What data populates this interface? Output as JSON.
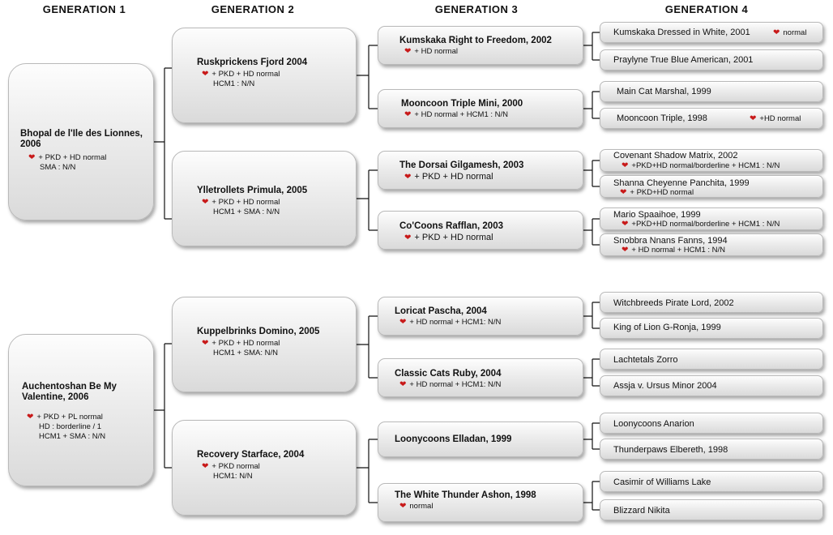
{
  "headers": [
    "GENERATION  1",
    "GENERATION  2",
    "GENERATION  3",
    "GENERATION  4"
  ],
  "gen1": [
    {
      "name": [
        "Bhopal de l'Ile des Lionnes,",
        "2006"
      ],
      "lines": [
        {
          "heart": true,
          "text": "+ PKD + HD  normal"
        },
        {
          "heart": false,
          "text": "SMA : N/N"
        }
      ]
    },
    {
      "name": [
        "Auchentoshan Be My",
        "Valentine, 2006"
      ],
      "lines": [
        {
          "heart": true,
          "text": "+ PKD + PL normal"
        },
        {
          "heart": false,
          "text": "HD : borderline / 1"
        },
        {
          "heart": false,
          "text": "HCM1 + SMA : N/N"
        }
      ]
    }
  ],
  "gen2": [
    {
      "name": [
        "Ruskprickens Fjord 2004"
      ],
      "lines": [
        {
          "heart": true,
          "text": "+ PKD + HD normal"
        },
        {
          "heart": false,
          "text": "HCM1 : N/N"
        }
      ]
    },
    {
      "name": [
        "Ylletrollets Primula, 2005"
      ],
      "lines": [
        {
          "heart": true,
          "text": "+ PKD + HD normal"
        },
        {
          "heart": false,
          "text": "HCM1 + SMA : N/N"
        }
      ]
    },
    {
      "name": [
        "Kuppelbrinks Domino, 2005"
      ],
      "lines": [
        {
          "heart": true,
          "text": "+ PKD + HD normal"
        },
        {
          "heart": false,
          "text": "HCM1 + SMA: N/N"
        }
      ]
    },
    {
      "name": [
        "Recovery Starface, 2004"
      ],
      "lines": [
        {
          "heart": true,
          "text": "+ PKD normal"
        },
        {
          "heart": false,
          "text": "HCM1: N/N"
        }
      ]
    }
  ],
  "gen3": [
    {
      "name": "Kumskaka Right to Freedom, 2002",
      "line": {
        "heart": true,
        "text": "+ HD normal"
      }
    },
    {
      "name": "Mooncoon Triple Mini, 2000",
      "line": {
        "heart": true,
        "text": "+ HD normal + HCM1 : N/N"
      }
    },
    {
      "name": "The Dorsai Gilgamesh, 2003",
      "line": {
        "heart": true,
        "text": "+ PKD + HD normal"
      }
    },
    {
      "name": "Co'Coons Rafflan, 2003",
      "line": {
        "heart": true,
        "text": "+ PKD + HD normal"
      }
    },
    {
      "name": "Loricat Pascha, 2004",
      "line": {
        "heart": true,
        "text": "+ HD normal + HCM1: N/N"
      }
    },
    {
      "name": "Classic Cats Ruby, 2004",
      "line": {
        "heart": true,
        "text": "+ HD normal + HCM1: N/N"
      }
    },
    {
      "name": "Loonycoons Elladan, 1999",
      "line": null
    },
    {
      "name": "The White Thunder Ashon, 1998",
      "line": {
        "heart": true,
        "text": "normal"
      }
    }
  ],
  "gen4": [
    {
      "name": "Kumskaka Dressed in White, 2001",
      "side": {
        "heart": true,
        "text": "normal"
      }
    },
    {
      "name": "Praylyne True Blue American, 2001"
    },
    {
      "name": "Main Cat Marshal, 1999"
    },
    {
      "name": "Mooncoon Triple, 1998",
      "side": {
        "heart": true,
        "text": "+HD normal"
      }
    },
    {
      "name": "Covenant Shadow Matrix, 2002",
      "line": {
        "heart": true,
        "text": "+PKD+HD normal/borderline + HCM1 : N/N"
      }
    },
    {
      "name": "Shanna Cheyenne Panchita, 1999",
      "line": {
        "heart": true,
        "text": "+  PKD+HD normal"
      }
    },
    {
      "name": "Mario Spaaihoe, 1999",
      "line": {
        "heart": true,
        "text": "+PKD+HD normal/borderline + HCM1 : N/N"
      }
    },
    {
      "name": "Snobbra Nnans Fanns, 1994",
      "line": {
        "heart": true,
        "text": "+ HD normal + HCM1 : N/N"
      }
    },
    {
      "name": "Witchbreeds Pirate Lord, 2002"
    },
    {
      "name": "King of Lion G-Ronja, 1999"
    },
    {
      "name": "Lachtetals Zorro"
    },
    {
      "name": "Assja v. Ursus Minor 2004"
    },
    {
      "name": "Loonycoons Anarion"
    },
    {
      "name": "Thunderpaws Elbereth, 1998"
    },
    {
      "name": "Casimir of Williams Lake"
    },
    {
      "name": "Blizzard Nikita"
    }
  ]
}
